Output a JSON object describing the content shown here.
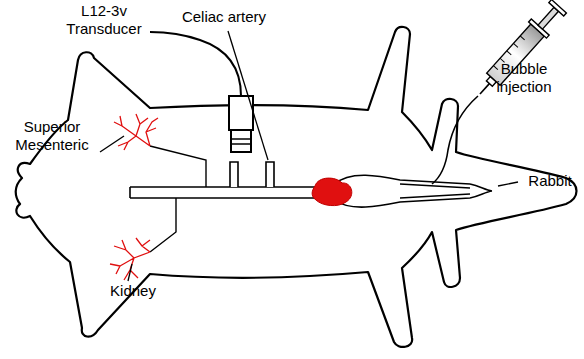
{
  "diagram": {
    "labels": [
      "L12-3v Transducer",
      "Celiac artery",
      "Bubble injection",
      "Superior Mesenteric",
      "Rabbit",
      "Kidney"
    ]
  }
}
